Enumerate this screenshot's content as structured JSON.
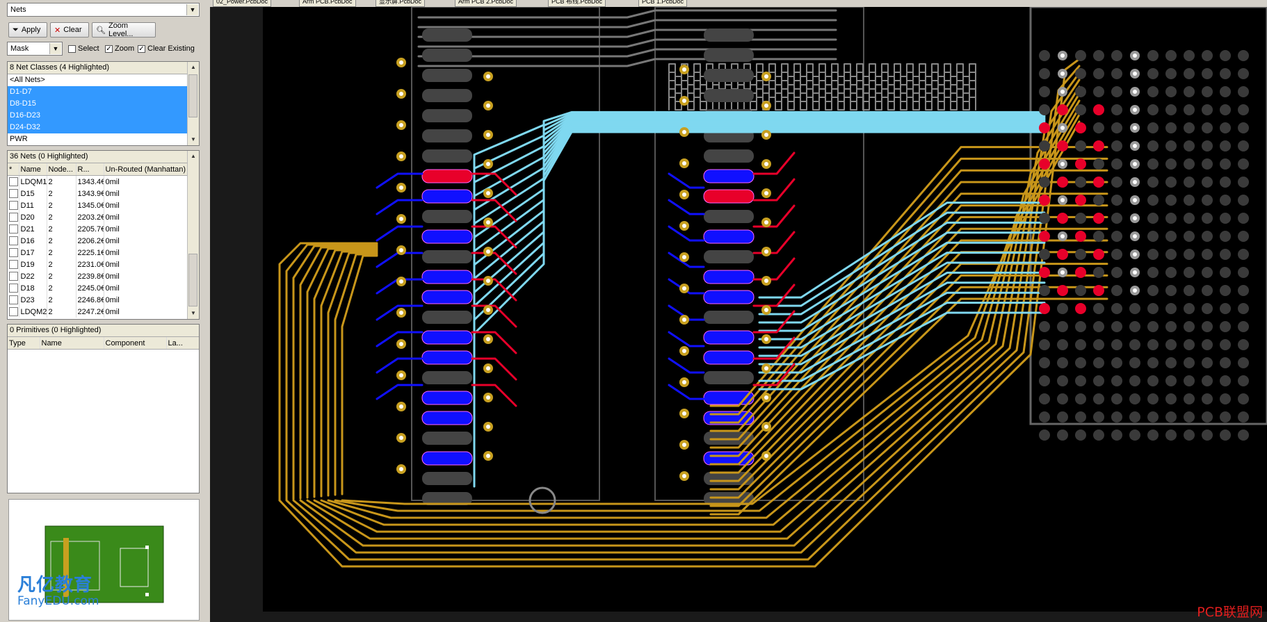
{
  "panel": {
    "mode_combo": "Nets",
    "buttons": {
      "apply": "Apply",
      "clear": "Clear",
      "zoom_level": "Zoom Level..."
    },
    "filter_combo": "Mask",
    "checks": {
      "select": "Select",
      "zoom": "Zoom",
      "clear_existing": "Clear Existing"
    },
    "net_classes": {
      "header": "8 Net Classes (4 Highlighted)",
      "items": [
        "<All Nets>",
        "D1-D7",
        "D8-D15",
        "D16-D23",
        "D24-D32",
        "PWR"
      ]
    },
    "nets": {
      "header": "36 Nets (0 Highlighted)",
      "columns": [
        "*",
        "Name",
        "Node...",
        "R...",
        "Un-Routed (Manhattan)"
      ],
      "rows": [
        [
          "LDQM1",
          "2",
          "1343.4€",
          "0mil"
        ],
        [
          "D15",
          "2",
          "1343.9€",
          "0mil"
        ],
        [
          "D11",
          "2",
          "1345.0€",
          "0mil"
        ],
        [
          "D20",
          "2",
          "2203.2€",
          "0mil"
        ],
        [
          "D21",
          "2",
          "2205.7€",
          "0mil"
        ],
        [
          "D16",
          "2",
          "2206.2€",
          "0mil"
        ],
        [
          "D17",
          "2",
          "2225.1€",
          "0mil"
        ],
        [
          "D19",
          "2",
          "2231.0€",
          "0mil"
        ],
        [
          "D22",
          "2",
          "2239.8€",
          "0mil"
        ],
        [
          "D18",
          "2",
          "2245.0€",
          "0mil"
        ],
        [
          "D23",
          "2",
          "2246.8€",
          "0mil"
        ],
        [
          "LDQM2",
          "2",
          "2247.2€",
          "0mil"
        ]
      ]
    },
    "primitives": {
      "header": "0 Primitives (0 Highlighted)",
      "columns": [
        "Type",
        "Name",
        "Component",
        "La..."
      ]
    },
    "watermark_logo": "凡亿教育",
    "watermark_url": "FanyEDU.com"
  },
  "tabs": [
    "02_Power.PcbDoc",
    "Arm PCB.PcbDoc",
    "显示屏.PcbDoc",
    "Arm PCB 2.PcbDoc",
    "PCB 布线.PcbDoc",
    "PCB 1.PcbDoc"
  ],
  "canvas_watermark": "PCB联盟网",
  "colors": {
    "top_layer": "#e8002a",
    "bottom_layer": "#1010ff",
    "signal_gold": "#c8961a",
    "signal_cyan": "#7fd8f0",
    "highlight_selection": "#3399ff"
  }
}
